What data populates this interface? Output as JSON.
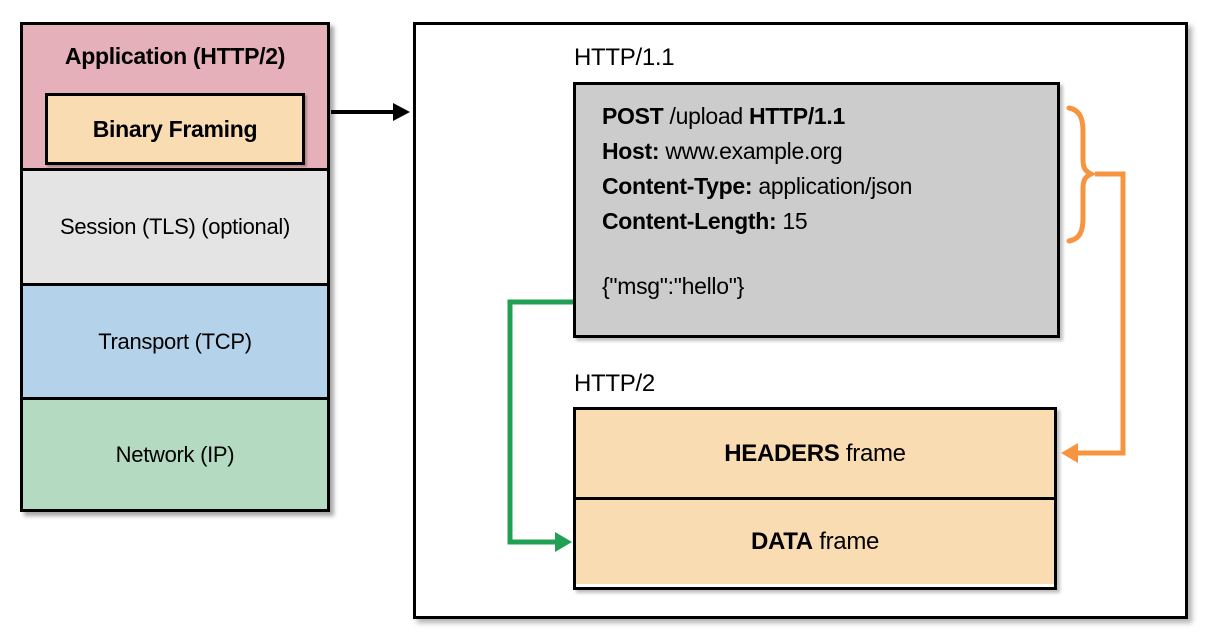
{
  "stack": {
    "layers": [
      {
        "label": "Application (HTTP/2)"
      },
      {
        "label": "Session (TLS) (optional)"
      },
      {
        "label": "Transport (TCP)"
      },
      {
        "label": "Network (IP)"
      }
    ],
    "binary_framing_label": "Binary Framing"
  },
  "panel": {
    "http11_label": "HTTP/1.1",
    "request": {
      "line_segments": [
        {
          "text": "POST",
          "bold": true
        },
        {
          "text": " /upload ",
          "bold": false
        },
        {
          "text": "HTTP/1.1",
          "bold": true
        }
      ],
      "headers": [
        {
          "name": "Host:",
          "value": " www.example.org"
        },
        {
          "name": "Content-Type:",
          "value": " application/json"
        },
        {
          "name": "Content-Length:",
          "value": " 15"
        }
      ],
      "body": "{\"msg\":\"hello\"}"
    },
    "http2_label": "HTTP/2",
    "frames": [
      {
        "name": "HEADERS",
        "suffix": " frame"
      },
      {
        "name": "DATA",
        "suffix": " frame"
      }
    ]
  },
  "colors": {
    "application_pink": "#e5b0ba",
    "binary_framing_tan": "#fadcb3",
    "session_gray": "#e4e4e4",
    "transport_blue": "#b4d2e9",
    "network_green": "#b4dac1",
    "request_box_gray": "#cccccc",
    "frame_tan": "#fadcb3",
    "headers_arrow_orange": "#f79440",
    "body_arrow_green": "#21a055",
    "connector_black": "#000000"
  }
}
